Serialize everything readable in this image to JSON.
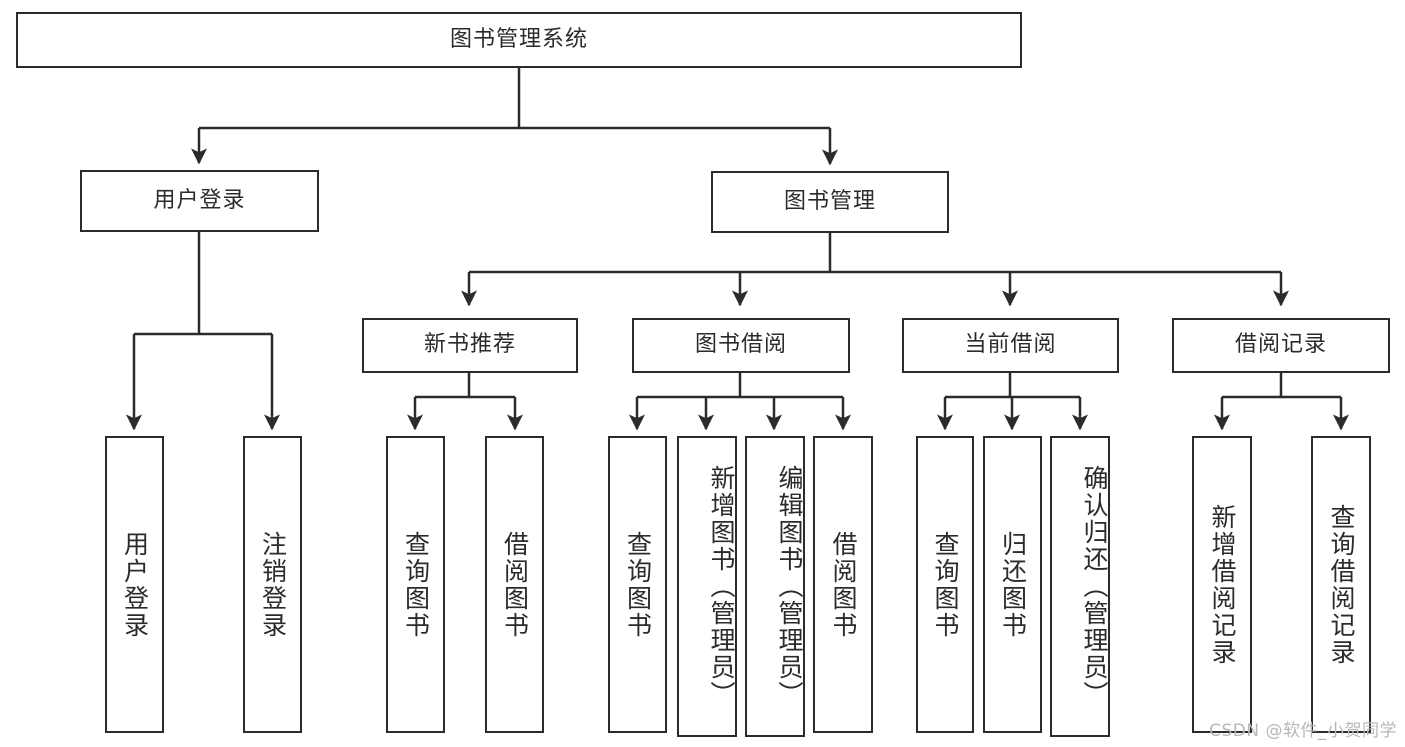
{
  "diagram": {
    "title_node": {
      "label": "图书管理系统"
    },
    "level1": [
      {
        "id": "user-login",
        "label": "用户登录"
      },
      {
        "id": "book-manage",
        "label": "图书管理"
      }
    ],
    "level2": [
      {
        "id": "new-book-recommend",
        "label": "新书推荐"
      },
      {
        "id": "book-borrow",
        "label": "图书借阅"
      },
      {
        "id": "current-borrow",
        "label": "当前借阅"
      },
      {
        "id": "borrow-record",
        "label": "借阅记录"
      }
    ],
    "leaves": {
      "user_login": [
        {
          "id": "leaf-user-login",
          "label": "用户登录"
        },
        {
          "id": "leaf-logout-login",
          "label": "注销登录"
        }
      ],
      "new_book_recommend": [
        {
          "id": "leaf-query-book-1",
          "label": "查询图书"
        },
        {
          "id": "leaf-borrow-book-1",
          "label": "借阅图书"
        }
      ],
      "book_borrow": [
        {
          "id": "leaf-query-book-2",
          "label": "查询图书"
        },
        {
          "id": "leaf-add-book-admin",
          "label": "新增图书（管理员）"
        },
        {
          "id": "leaf-edit-book-admin",
          "label": "编辑图书（管理员）"
        },
        {
          "id": "leaf-borrow-book-2",
          "label": "借阅图书"
        }
      ],
      "current_borrow": [
        {
          "id": "leaf-query-book-3",
          "label": "查询图书"
        },
        {
          "id": "leaf-return-book",
          "label": "归还图书"
        },
        {
          "id": "leaf-confirm-return-admin",
          "label": "确认归还（管理员）"
        }
      ],
      "borrow_record": [
        {
          "id": "leaf-add-borrow-record",
          "label": "新增借阅记录"
        },
        {
          "id": "leaf-query-borrow-record",
          "label": "查询借阅记录"
        }
      ]
    },
    "watermark": {
      "text": "CSDN @软件_小贺同学"
    },
    "colors": {
      "stroke": "#2b2b2b",
      "fill": "#ffffff",
      "text": "#2b2b2b",
      "watermark": "#b7b7b7"
    }
  }
}
